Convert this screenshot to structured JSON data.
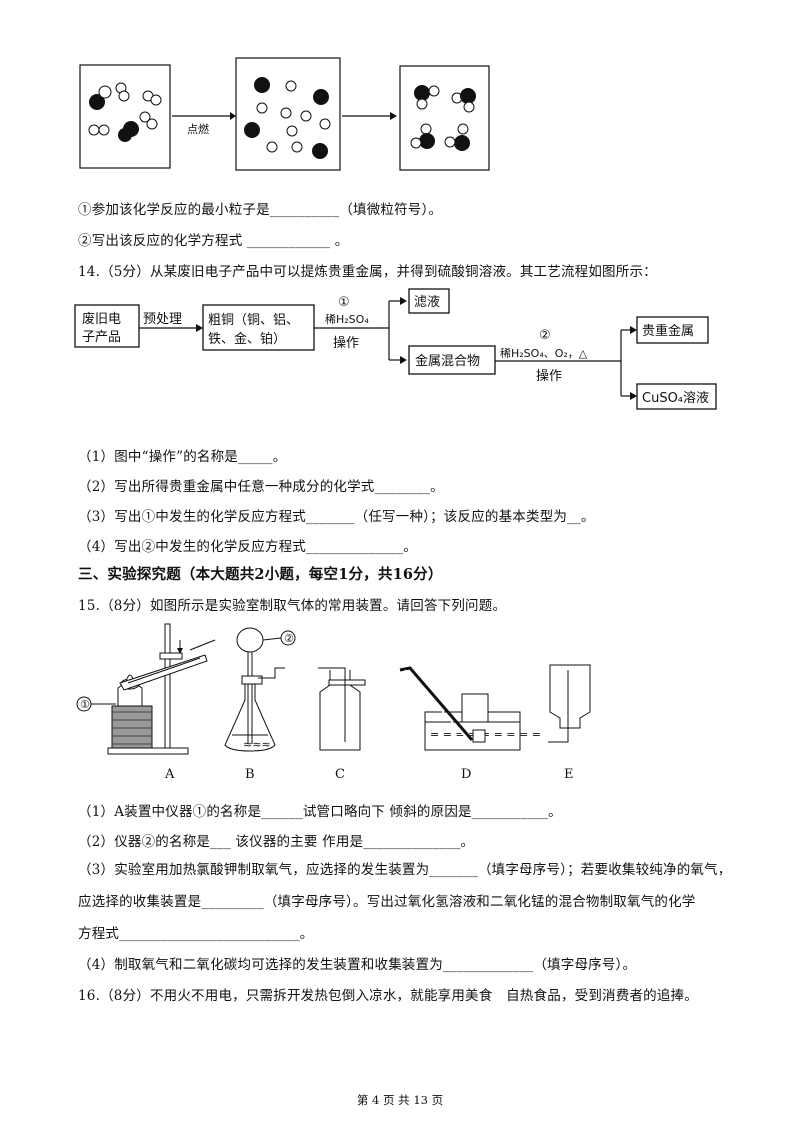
{
  "reaction_diagram": {
    "arrow_label": "点燃"
  },
  "q13": {
    "part1": "①参加该化学反应的最小粒子是__________（填微粒符号）。",
    "part2": "②写出该反应的化学方程式 ____________ 。"
  },
  "q14": {
    "intro": "14.（5分）从某废旧电子产品中可以提炼贵重金属，并得到硫酸铜溶液。其工艺流程如图所示：",
    "flow": {
      "box_waste_1": "废旧电",
      "box_waste_2": "子产品",
      "step_pre": "预处理",
      "box_copper_1": "粗铜（铜、铝、",
      "box_copper_2": "铁、金、铂）",
      "step1_num": "①",
      "step1_reagent": "稀H₂SO₄",
      "step1_op": "操作",
      "box_filtrate": "滤液",
      "box_mix": "金属混合物",
      "step2_num": "②",
      "step2_reagent": "稀H₂SO₄、O₂，△",
      "step2_op": "操作",
      "box_precious": "贵重金属",
      "box_cuso4": "CuSO₄溶液"
    },
    "q1": "（1）图中“操作”的名称是_____。",
    "q2": "（2）写出所得贵重金属中任意一种成分的化学式________。",
    "q3": "（3）写出①中发生的化学反应方程式_______（任写一种）；该反应的基本类型为__。",
    "q4": "（4）写出②中发生的化学反应方程式______________。"
  },
  "section3": {
    "heading": "三、实验探究题（本大题共2小题，每空1分，共16分）"
  },
  "q15": {
    "intro": "15.（8分）如图所示是实验室制取气体的常用装置。请回答下列问题。",
    "apparatus_labels": [
      "A",
      "B",
      "C",
      "D",
      "E"
    ],
    "marker1": "①",
    "marker2": "②",
    "q1": "（1）A装置中仪器①的名称是______试管口略向下 倾斜的原因是___________。",
    "q2": "（2）仪器②的名称是___ 该仪器的主要 作用是______________。",
    "q3a": "（3）实验室用加热氯酸钾制取氧气，应选择的发生装置为_______（填字母序号）；若要收集较纯净的氧气，",
    "q3b": "应选择的收集装置是_________（填字母序号）。写出过氧化氢溶液和二氧化锰的混合物制取氧气的化学",
    "q3c": "方程式__________________________。",
    "q4": "（4）制取氧气和二氧化碳均可选择的发生装置和收集装置为_____________（填字母序号）。"
  },
  "q16": {
    "intro": "16.（8分）不用火不用电，只需拆开发热包倒入凉水，就能享用美食　自热食品，受到消费者的追捧。"
  },
  "footer": {
    "page": "第 4 页 共 13 页"
  }
}
